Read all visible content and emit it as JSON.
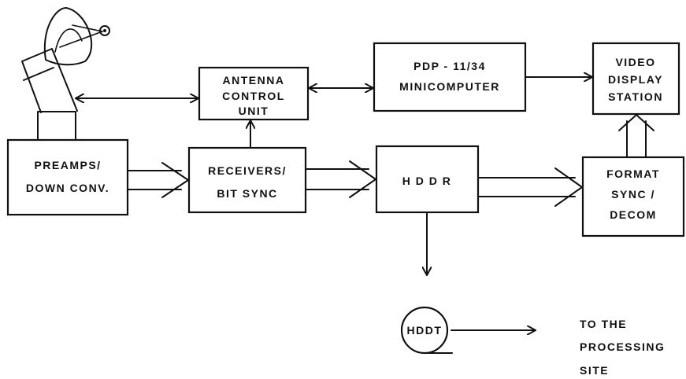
{
  "diagram": {
    "antenna_control_unit": {
      "line1": "ANTENNA",
      "line2": "CONTROL",
      "line3": "UNIT"
    },
    "minicomputer": {
      "line1": "PDP - 11/34",
      "line2": "MINICOMPUTER"
    },
    "video_display_station": {
      "line1": "VIDEO",
      "line2": "DISPLAY",
      "line3": "STATION"
    },
    "preamps": {
      "line1": "PREAMPS/",
      "line2": "DOWN CONV."
    },
    "receivers": {
      "line1": "RECEIVERS/",
      "line2": "BIT  SYNC"
    },
    "hddr": {
      "label": "H D D R"
    },
    "format_sync": {
      "line1": "FORMAT",
      "line2": "SYNC /",
      "line3": "DECOM"
    },
    "hddt": {
      "label": "HDDT"
    },
    "destination": {
      "line1": "TO   THE",
      "line2": "PROCESSING",
      "line3": "SITE"
    }
  }
}
